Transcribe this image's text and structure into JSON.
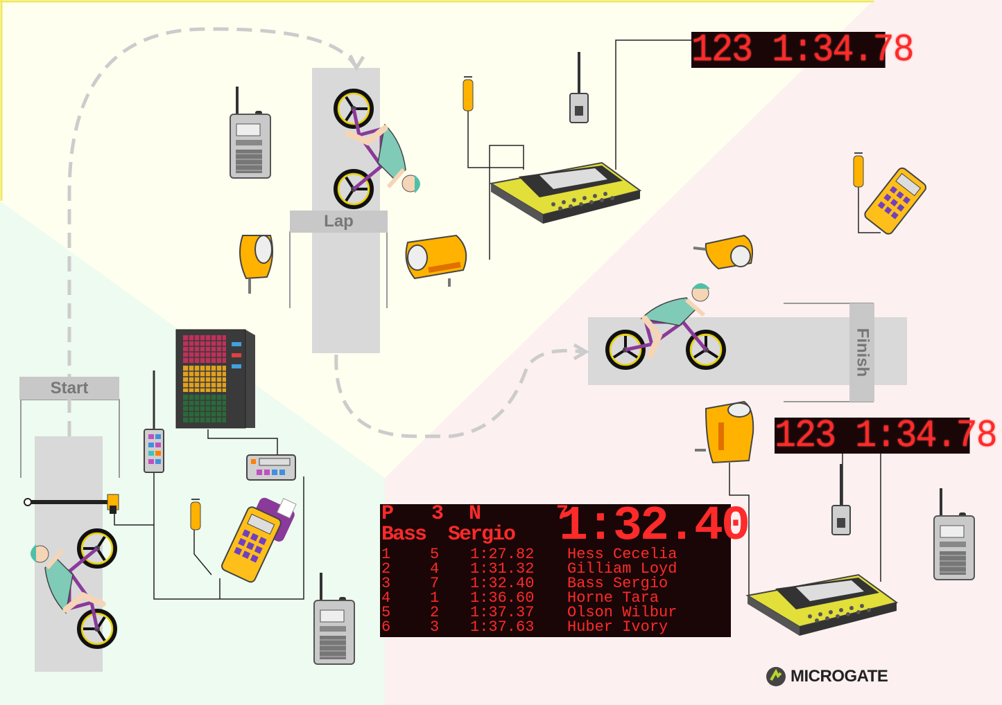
{
  "labels": {
    "start": "Start",
    "lap": "Lap",
    "finish": "Finish"
  },
  "displays": {
    "top_right": "123 1:34.78",
    "bottom_right": "123 1:34.78"
  },
  "scoreboard": {
    "header_left": "P   3  N      7",
    "big_time": "1:32.40",
    "current_name": "Bass  Sergio",
    "rows": [
      {
        "pos": "1",
        "num": "5",
        "time": "1:27.82",
        "name": "Hess Cecelia"
      },
      {
        "pos": "2",
        "num": "4",
        "time": "1:31.32",
        "name": "Gilliam Loyd"
      },
      {
        "pos": "3",
        "num": "7",
        "time": "1:32.40",
        "name": "Bass Sergio"
      },
      {
        "pos": "4",
        "num": "1",
        "time": "1:36.60",
        "name": "Horne Tara"
      },
      {
        "pos": "5",
        "num": "2",
        "time": "1:37.37",
        "name": "Olson Wilbur"
      },
      {
        "pos": "6",
        "num": "3",
        "time": "1:37.63",
        "name": "Huber Ivory"
      }
    ]
  },
  "logo": {
    "text": "MICROGATE"
  },
  "colors": {
    "zone_start": "#eefbf0",
    "zone_lap": "#fffff0",
    "zone_finish": "#fdf0f0",
    "led_red": "#ff2a2a",
    "device_yellow": "#d8d43a",
    "photocell_orange": "#ffb300"
  },
  "icons": [
    "bicycle-rider-icon",
    "walkie-talkie-icon",
    "photocell-icon",
    "timer-console-icon",
    "radio-transmitter-icon",
    "handheld-timer-icon",
    "led-display-icon",
    "scoreboard-icon"
  ]
}
